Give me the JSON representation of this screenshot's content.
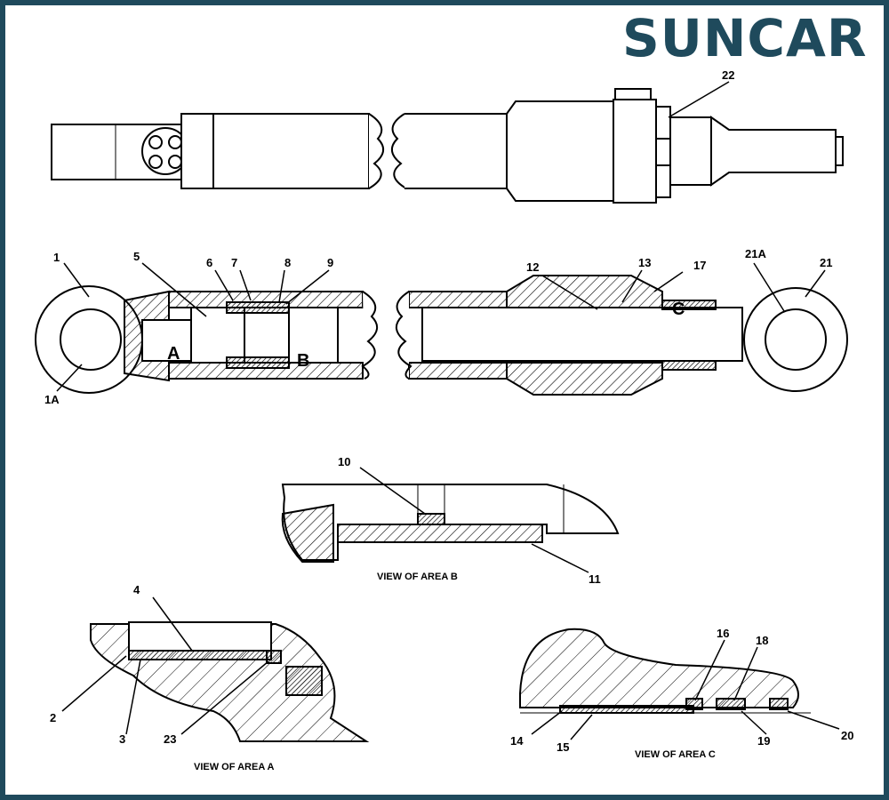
{
  "brand": {
    "logo_text": "SUNCAR",
    "color": "#1f4a5c"
  },
  "callouts": {
    "c1": "1",
    "c1A": "1A",
    "c5": "5",
    "c6": "6",
    "c7": "7",
    "c8": "8",
    "c9": "9",
    "c12": "12",
    "c13": "13",
    "c17": "17",
    "c21A": "21A",
    "c21": "21",
    "c22": "22",
    "c10": "10",
    "c11": "11",
    "c4": "4",
    "c2": "2",
    "c3": "3",
    "c23": "23",
    "c16": "16",
    "c18": "18",
    "c14": "14",
    "c15": "15",
    "c19": "19",
    "c20": "20"
  },
  "area_markers": {
    "a": "A",
    "b": "B",
    "c": "C"
  },
  "captions": {
    "view_b": "VIEW OF AREA  B",
    "view_a": "VIEW OF AREA  A",
    "view_c": "VIEW OF AREA  C"
  }
}
